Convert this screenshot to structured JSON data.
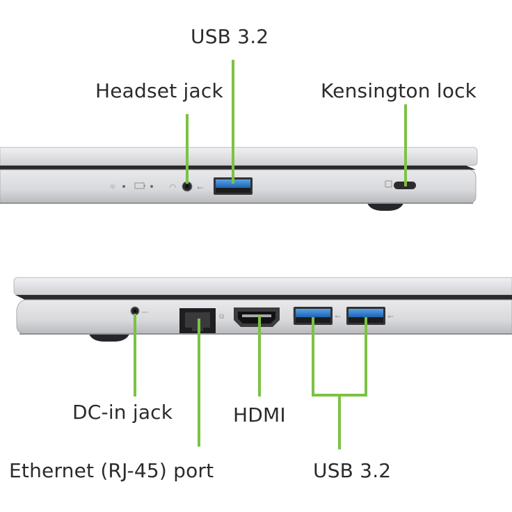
{
  "top_view": {
    "labels": {
      "usb_top": "USB 3.2",
      "headset": "Headset jack",
      "kensington": "Kensington lock"
    }
  },
  "bottom_view": {
    "labels": {
      "dc_in": "DC-in jack",
      "hdmi": "HDMI",
      "ethernet": "Ethernet (RJ-45) port",
      "usb_bottom": "USB 3.2"
    }
  },
  "colors": {
    "callout": "#7cc243",
    "body_silver": "#dcdde0",
    "usb_blue": "#2f7fd0",
    "text": "#2b2b2b"
  }
}
